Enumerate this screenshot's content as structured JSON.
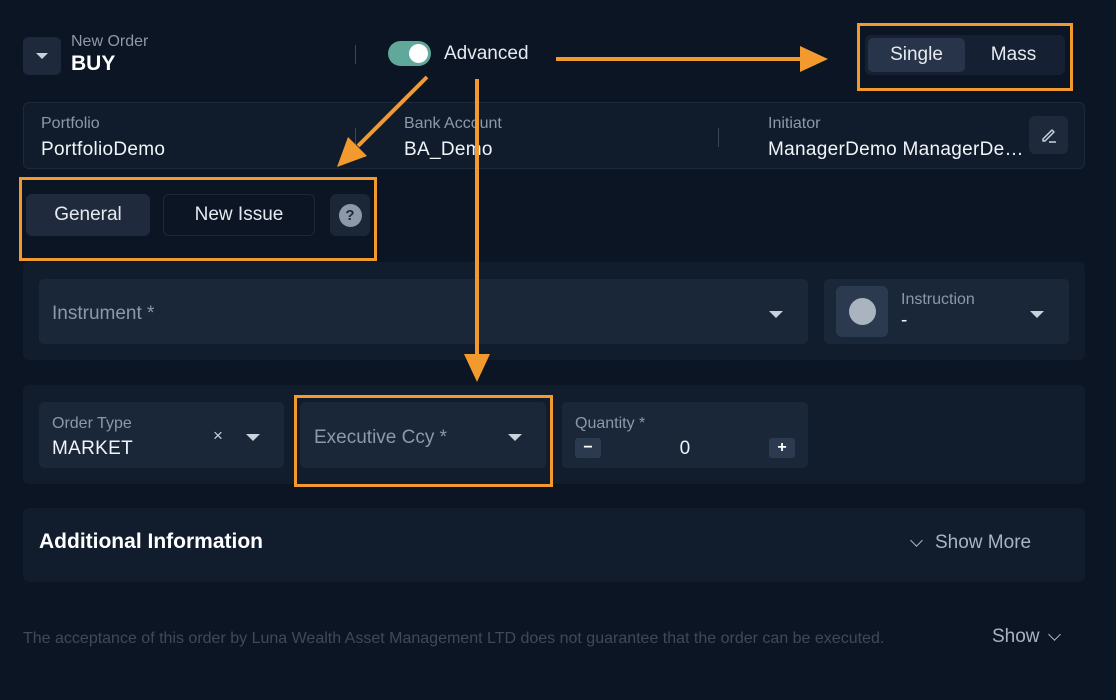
{
  "header": {
    "subtitle": "New Order",
    "side": "BUY",
    "advanced_label": "Advanced",
    "mode_options": [
      "Single",
      "Mass"
    ],
    "mode_selected": "Single"
  },
  "account": {
    "portfolio_label": "Portfolio",
    "portfolio_value": "PortfolioDemo",
    "bank_label": "Bank Account",
    "bank_value": "BA_Demo",
    "initiator_label": "Initiator",
    "initiator_value": "ManagerDemo ManagerDemo"
  },
  "tabs": [
    "General",
    "New Issue"
  ],
  "instrument": {
    "placeholder": "Instrument *"
  },
  "instruction": {
    "label": "Instruction",
    "value": "-"
  },
  "order_type": {
    "label": "Order Type",
    "value": "MARKET",
    "clear": "×"
  },
  "exec_ccy": {
    "placeholder": "Executive Ccy *"
  },
  "quantity": {
    "label": "Quantity *",
    "value": "0",
    "minus": "−",
    "plus": "+"
  },
  "additional": {
    "title": "Additional Information",
    "show_more": "Show More"
  },
  "footer": {
    "disclaimer": "The acceptance of this order by Luna Wealth Asset Management LTD does not guarantee that the order can be executed.",
    "show": "Show"
  },
  "colors": {
    "accent": "#5fa89a",
    "highlight": "#f29a2e",
    "background": "#0b1524"
  },
  "icons": [
    "chevron-down-icon",
    "edit-icon",
    "help-icon",
    "caret-down-icon",
    "clear-icon",
    "minus-icon",
    "plus-icon"
  ]
}
